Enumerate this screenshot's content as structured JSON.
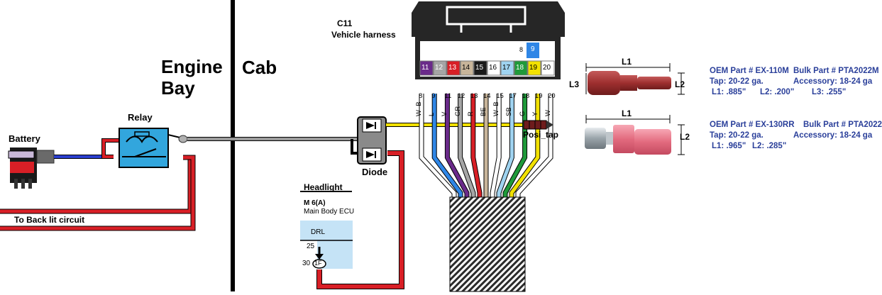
{
  "labels": {
    "engine_bay": "Engine\nBay",
    "cab": "Cab",
    "battery": "Battery",
    "relay": "Relay",
    "diode": "Diode",
    "posi_tap": "Posi_tap",
    "to_back_lit": "To Back lit circuit",
    "headlight": "Headlight",
    "ecu_line1": "M 6(A)",
    "ecu_line2": "Main Body ECU",
    "drl": "DRL",
    "pin_25": "25",
    "pin_30": "30",
    "pin_1f": "1F"
  },
  "connector": {
    "title": "C11",
    "subtitle": "Vehicle harness",
    "upper_pin": "9",
    "upper_pin_small": "8",
    "pins": [
      {
        "num": "11",
        "color": "#6a2a8a"
      },
      {
        "num": "12",
        "color": "#a5a5a5"
      },
      {
        "num": "13",
        "color": "#d81f26"
      },
      {
        "num": "14",
        "color": "#c8b59a"
      },
      {
        "num": "15",
        "color": "#1a1a1a"
      },
      {
        "num": "16",
        "color": "#ffffff"
      },
      {
        "num": "17",
        "color": "#9fd3f0"
      },
      {
        "num": "18",
        "color": "#1f9a3a"
      },
      {
        "num": "19",
        "color": "#f2e100"
      },
      {
        "num": "20",
        "color": "#ffffff"
      }
    ],
    "wires": [
      {
        "pin": "8",
        "code": "W–B",
        "color": "#ffffff"
      },
      {
        "pin": "9",
        "code": "L",
        "color": "#2f86e6"
      },
      {
        "pin": "11",
        "code": "V",
        "color": "#6a2a8a"
      },
      {
        "pin": "12",
        "code": "GR",
        "color": "#a5a5a5"
      },
      {
        "pin": "13",
        "code": "R",
        "color": "#d81f26"
      },
      {
        "pin": "14",
        "code": "BE",
        "color": "#c8b59a"
      },
      {
        "pin": "15",
        "code": "W–B",
        "color": "#ffffff"
      },
      {
        "pin": "17",
        "code": "SB",
        "color": "#9fd3f0"
      },
      {
        "pin": "18",
        "code": "G",
        "color": "#1f9a3a"
      },
      {
        "pin": "19",
        "code": "Y",
        "color": "#f2e100"
      },
      {
        "pin": "20",
        "code": "W",
        "color": "#ffffff"
      }
    ]
  },
  "parts": [
    {
      "dim_l1": "L1",
      "dim_l2": "L2",
      "dim_l3": "L3",
      "oem": "OEM Part # EX-110M",
      "bulk": "Bulk Part # PTA2022M",
      "tap": "Tap: 20-22 ga.",
      "accessory": "Accessory: 18-24 ga",
      "l1": "L1: .885\"",
      "l2": "L2: .200\"",
      "l3": "L3: .255\""
    },
    {
      "dim_l1": "L1",
      "dim_l2": "L2",
      "oem": "OEM Part # EX-130RR",
      "bulk": "Bulk Part # PTA2022",
      "tap": "Tap: 20-22 ga.",
      "accessory": "Accessory: 18-24 ga",
      "l1": "L1: .965\"",
      "l2": "L2: .285\""
    }
  ],
  "colors": {
    "wire_red": "#d81f26",
    "wire_blue": "#2a3fd0",
    "wire_yellow": "#f2e100",
    "relay_blue": "#32a6dd",
    "part_text": "#2a3f9a"
  }
}
